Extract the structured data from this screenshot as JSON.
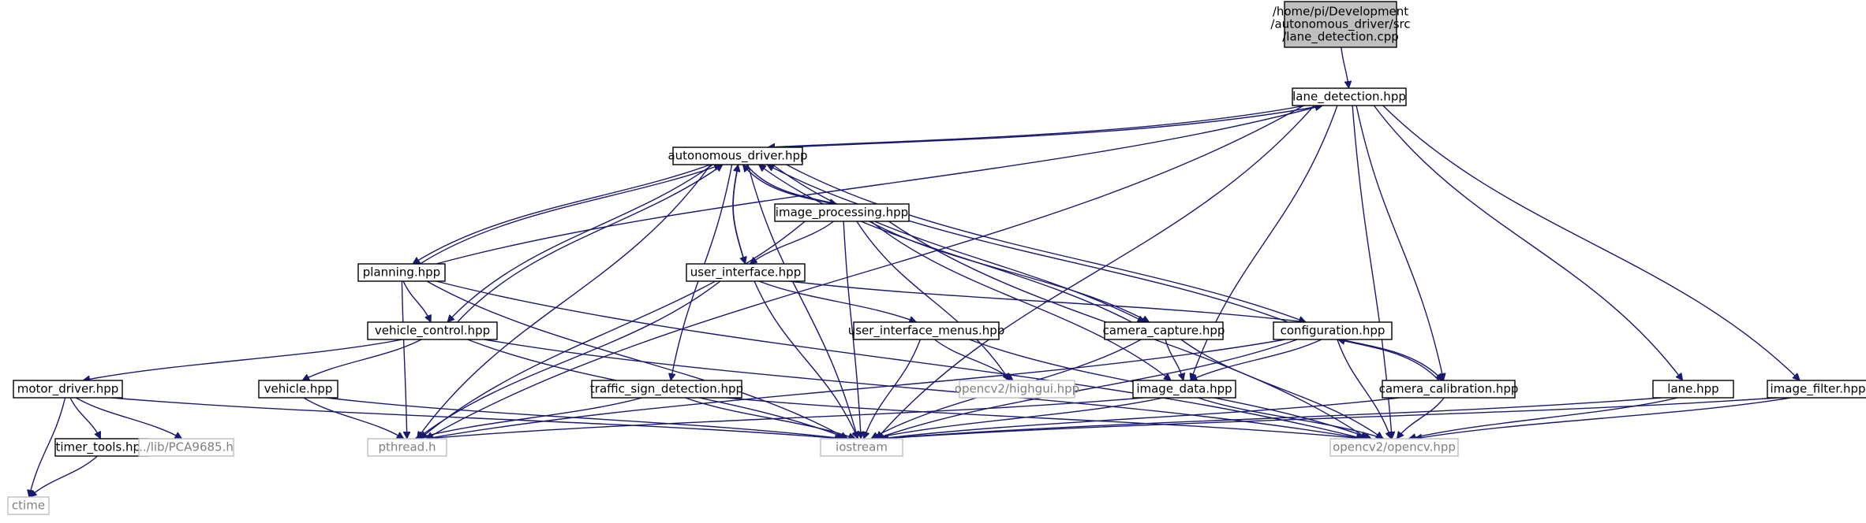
{
  "colors": {
    "edge": "#191970",
    "box_border": "#000000",
    "box_fill": "#ffffff",
    "root_fill": "#bfbfbf",
    "external_border": "#bfbfbf",
    "external_text": "#808080",
    "text": "#000000"
  },
  "nodes": [
    {
      "id": "root",
      "lines": [
        "/home/pi/Development",
        "/autonomous_driver/src",
        "/lane_detection.cpp"
      ],
      "kind": "root"
    },
    {
      "id": "lane_detection",
      "lines": [
        "lane_detection.hpp"
      ],
      "kind": "normal"
    },
    {
      "id": "autonomous_driver",
      "lines": [
        "autonomous_driver.hpp"
      ],
      "kind": "normal"
    },
    {
      "id": "image_processing",
      "lines": [
        "image_processing.hpp"
      ],
      "kind": "normal"
    },
    {
      "id": "planning",
      "lines": [
        "planning.hpp"
      ],
      "kind": "normal"
    },
    {
      "id": "user_interface",
      "lines": [
        "user_interface.hpp"
      ],
      "kind": "normal"
    },
    {
      "id": "vehicle_control",
      "lines": [
        "vehicle_control.hpp"
      ],
      "kind": "normal"
    },
    {
      "id": "user_interface_menus",
      "lines": [
        "user_interface_menus.hpp"
      ],
      "kind": "normal"
    },
    {
      "id": "camera_capture",
      "lines": [
        "camera_capture.hpp"
      ],
      "kind": "normal"
    },
    {
      "id": "configuration",
      "lines": [
        "configuration.hpp"
      ],
      "kind": "normal"
    },
    {
      "id": "motor_driver",
      "lines": [
        "motor_driver.hpp"
      ],
      "kind": "normal"
    },
    {
      "id": "vehicle",
      "lines": [
        "vehicle.hpp"
      ],
      "kind": "normal"
    },
    {
      "id": "traffic_sign_detection",
      "lines": [
        "traffic_sign_detection.hpp"
      ],
      "kind": "normal"
    },
    {
      "id": "highgui",
      "lines": [
        "opencv2/highgui.hpp"
      ],
      "kind": "external"
    },
    {
      "id": "image_data",
      "lines": [
        "image_data.hpp"
      ],
      "kind": "normal"
    },
    {
      "id": "camera_calibration",
      "lines": [
        "camera_calibration.hpp"
      ],
      "kind": "normal"
    },
    {
      "id": "lane",
      "lines": [
        "lane.hpp"
      ],
      "kind": "normal"
    },
    {
      "id": "image_filter",
      "lines": [
        "image_filter.hpp"
      ],
      "kind": "normal"
    },
    {
      "id": "timer_tools",
      "lines": [
        "timer_tools.hpp"
      ],
      "kind": "normal"
    },
    {
      "id": "pca9685",
      "lines": [
        "../lib/PCA9685.h"
      ],
      "kind": "external"
    },
    {
      "id": "pthread",
      "lines": [
        "pthread.h"
      ],
      "kind": "external"
    },
    {
      "id": "iostream",
      "lines": [
        "iostream"
      ],
      "kind": "external"
    },
    {
      "id": "opencv",
      "lines": [
        "opencv2/opencv.hpp"
      ],
      "kind": "external"
    },
    {
      "id": "ctime",
      "lines": [
        "ctime"
      ],
      "kind": "external"
    }
  ],
  "edges": [
    [
      "root",
      "lane_detection"
    ],
    [
      "lane_detection",
      "autonomous_driver"
    ],
    [
      "autonomous_driver",
      "lane_detection"
    ],
    [
      "lane_detection",
      "pthread"
    ],
    [
      "lane_detection",
      "image_data"
    ],
    [
      "lane_detection",
      "camera_calibration"
    ],
    [
      "lane_detection",
      "iostream"
    ],
    [
      "lane_detection",
      "lane"
    ],
    [
      "lane_detection",
      "image_filter"
    ],
    [
      "lane_detection",
      "opencv"
    ],
    [
      "planning",
      "lane_detection"
    ],
    [
      "autonomous_driver",
      "image_processing"
    ],
    [
      "image_processing",
      "autonomous_driver"
    ],
    [
      "autonomous_driver",
      "planning"
    ],
    [
      "planning",
      "autonomous_driver"
    ],
    [
      "autonomous_driver",
      "vehicle_control"
    ],
    [
      "vehicle_control",
      "autonomous_driver"
    ],
    [
      "autonomous_driver",
      "user_interface"
    ],
    [
      "user_interface",
      "autonomous_driver"
    ],
    [
      "autonomous_driver",
      "camera_capture"
    ],
    [
      "camera_capture",
      "autonomous_driver"
    ],
    [
      "autonomous_driver",
      "configuration"
    ],
    [
      "configuration",
      "autonomous_driver"
    ],
    [
      "autonomous_driver",
      "traffic_sign_detection"
    ],
    [
      "autonomous_driver",
      "pthread"
    ],
    [
      "autonomous_driver",
      "iostream"
    ],
    [
      "image_processing",
      "user_interface"
    ],
    [
      "image_processing",
      "pthread"
    ],
    [
      "image_processing",
      "iostream"
    ],
    [
      "image_processing",
      "highgui"
    ],
    [
      "image_processing",
      "camera_capture"
    ],
    [
      "image_processing",
      "image_data"
    ],
    [
      "image_processing",
      "opencv"
    ],
    [
      "planning",
      "vehicle_control"
    ],
    [
      "planning",
      "pthread"
    ],
    [
      "planning",
      "iostream"
    ],
    [
      "planning",
      "opencv"
    ],
    [
      "user_interface",
      "user_interface_menus"
    ],
    [
      "user_interface",
      "configuration"
    ],
    [
      "user_interface",
      "pthread"
    ],
    [
      "user_interface",
      "iostream"
    ],
    [
      "user_interface_menus",
      "highgui"
    ],
    [
      "user_interface_menus",
      "iostream"
    ],
    [
      "user_interface_menus",
      "opencv"
    ],
    [
      "vehicle_control",
      "motor_driver"
    ],
    [
      "vehicle_control",
      "vehicle"
    ],
    [
      "vehicle_control",
      "iostream"
    ],
    [
      "vehicle_control",
      "opencv"
    ],
    [
      "camera_capture",
      "image_data"
    ],
    [
      "camera_capture",
      "iostream"
    ],
    [
      "camera_capture",
      "opencv"
    ],
    [
      "configuration",
      "camera_calibration"
    ],
    [
      "camera_calibration",
      "configuration"
    ],
    [
      "configuration",
      "image_data"
    ],
    [
      "configuration",
      "pthread"
    ],
    [
      "configuration",
      "iostream"
    ],
    [
      "configuration",
      "opencv"
    ],
    [
      "motor_driver",
      "timer_tools"
    ],
    [
      "motor_driver",
      "pca9685"
    ],
    [
      "motor_driver",
      "ctime"
    ],
    [
      "motor_driver",
      "iostream"
    ],
    [
      "timer_tools",
      "ctime"
    ],
    [
      "vehicle",
      "pthread"
    ],
    [
      "vehicle",
      "iostream"
    ],
    [
      "traffic_sign_detection",
      "pthread"
    ],
    [
      "traffic_sign_detection",
      "iostream"
    ],
    [
      "traffic_sign_detection",
      "opencv"
    ],
    [
      "image_data",
      "pthread"
    ],
    [
      "image_data",
      "iostream"
    ],
    [
      "image_data",
      "opencv"
    ],
    [
      "camera_calibration",
      "iostream"
    ],
    [
      "camera_calibration",
      "opencv"
    ],
    [
      "lane",
      "iostream"
    ],
    [
      "lane",
      "opencv"
    ],
    [
      "image_filter",
      "iostream"
    ],
    [
      "image_filter",
      "opencv"
    ]
  ]
}
